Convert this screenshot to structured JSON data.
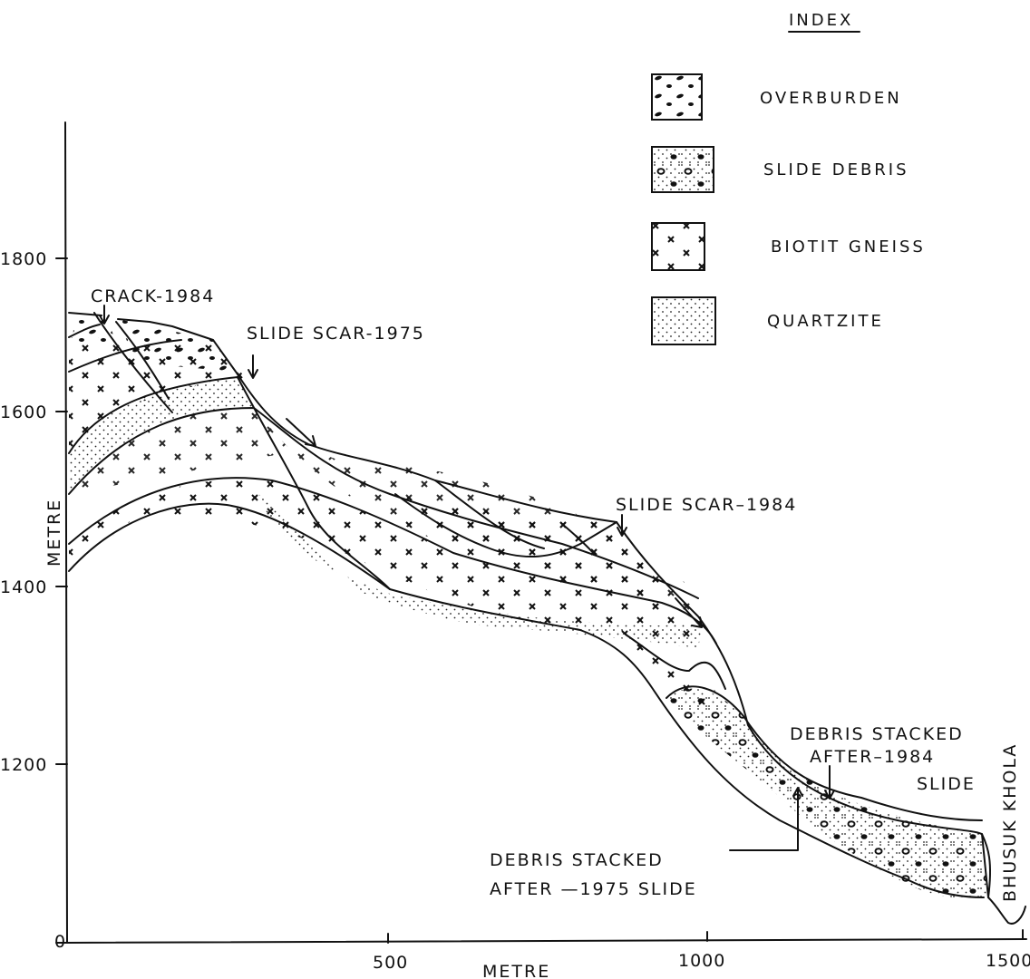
{
  "index": {
    "title": "INDEX",
    "items": [
      {
        "label": "OVERBURDEN",
        "pattern": "overburden"
      },
      {
        "label": "SLIDE DEBRIS",
        "pattern": "debris"
      },
      {
        "label": "BIOTIT GNEISS",
        "pattern": "gneiss"
      },
      {
        "label": "QUARTZITE",
        "pattern": "quartzite"
      }
    ]
  },
  "axes": {
    "y_label": "METRE",
    "x_label": "METRE",
    "y_ticks": [
      "1800",
      "1600",
      "1400",
      "1200",
      "0"
    ],
    "x_ticks": [
      "500",
      "1000",
      "1500"
    ]
  },
  "annotations": {
    "crack": "CRACK-1984",
    "scar_1975": "SLIDE SCAR-1975",
    "scar_1984": "SLIDE SCAR–1984",
    "debris_after_1984_line1": "DEBRIS STACKED",
    "debris_after_1984_line2": "AFTER–1984",
    "debris_after_1984_line3": "SLIDE",
    "debris_after_1975_line1": "DEBRIS STACKED",
    "debris_after_1975_line2": "AFTER —1975  SLIDE",
    "river": "BHUSUK KHOLA"
  },
  "colors": {
    "ink": "#111111",
    "paper": "#ffffff"
  }
}
